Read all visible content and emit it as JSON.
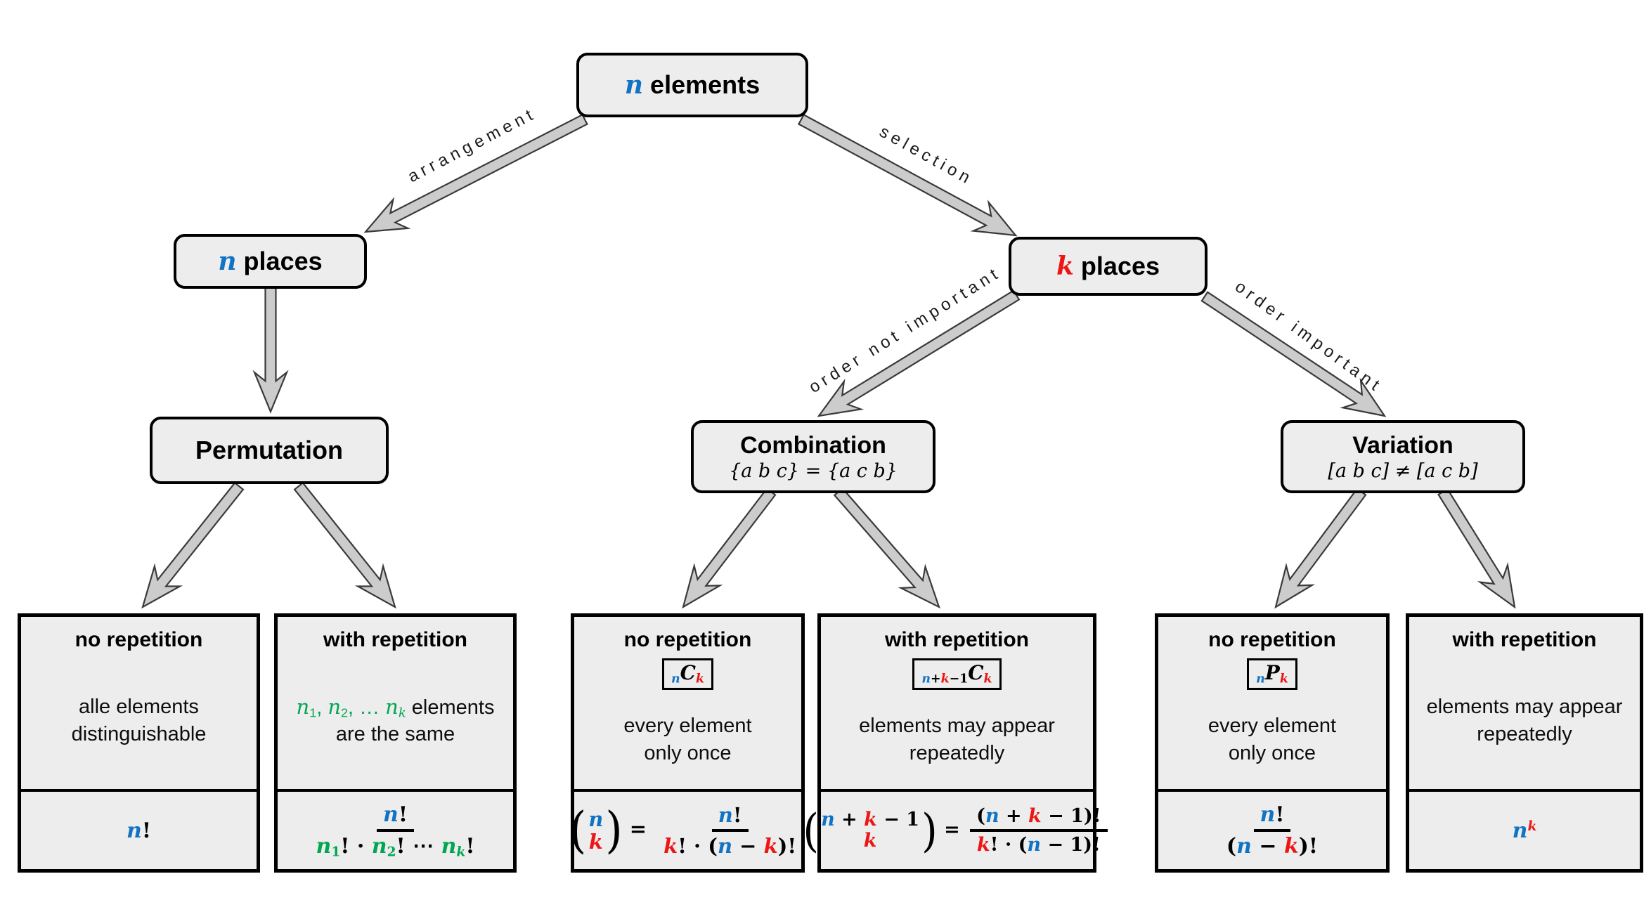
{
  "colors": {
    "blue": "#1273c4",
    "red": "#ee1515",
    "green": "#00a651",
    "box_bg": "#ededed",
    "border": "#000000",
    "arrow_fill": "#cccccc",
    "arrow_stroke": "#3a3a3a"
  },
  "edges": {
    "arrangement": "arrangement",
    "selection": "selection",
    "order_not_important": "order not important",
    "order_important": "order important"
  },
  "nodes": {
    "root": {
      "title": [
        {
          "t": "n",
          "v": 1,
          "c": "blue"
        },
        {
          "t": " elements"
        }
      ]
    },
    "n_places": {
      "title": [
        {
          "t": "n",
          "v": 1,
          "c": "blue"
        },
        {
          "t": " places"
        }
      ]
    },
    "k_places": {
      "title": [
        {
          "t": "k",
          "v": 1,
          "c": "red"
        },
        {
          "t": " places"
        }
      ]
    },
    "permutation": {
      "title": [
        {
          "t": "Permutation"
        }
      ]
    },
    "combination": {
      "title": [
        {
          "t": "Combination"
        }
      ],
      "subtitle": "{a b c} = {a c b}"
    },
    "variation": {
      "title": [
        {
          "t": "Variation"
        }
      ],
      "subtitle": "[a b c] ≠ [a c b]"
    }
  },
  "boxes": [
    {
      "heading": "no repetition",
      "desc_lines": [
        "alle elements",
        "distinguishable"
      ],
      "formula": {
        "row": [
          {
            "t": "n",
            "v": 1,
            "c": "blue"
          },
          {
            "t": "!"
          }
        ]
      }
    },
    {
      "heading": "with repetition",
      "desc_lines": [
        [
          {
            "t": "n",
            "v": 1,
            "c": "green"
          },
          {
            "t": "1",
            "p": "sub",
            "c": "green"
          },
          {
            "t": ", ",
            "c": "green"
          },
          {
            "t": "n",
            "v": 1,
            "c": "green"
          },
          {
            "t": "2",
            "p": "sub",
            "c": "green"
          },
          {
            "t": ", … ",
            "c": "green"
          },
          {
            "t": "n",
            "v": 1,
            "c": "green"
          },
          {
            "t": "k",
            "p": "sub",
            "v": 1,
            "c": "green"
          },
          {
            "t": " elements"
          }
        ],
        "are the same"
      ],
      "formula": {
        "frac": {
          "num": [
            {
              "t": "n",
              "v": 1,
              "c": "blue"
            },
            {
              "t": "!"
            }
          ],
          "den": [
            {
              "t": "n",
              "v": 1,
              "c": "green"
            },
            {
              "t": "1",
              "p": "sub",
              "c": "green"
            },
            {
              "t": "! · "
            },
            {
              "t": "n",
              "v": 1,
              "c": "green"
            },
            {
              "t": "2",
              "p": "sub",
              "c": "green"
            },
            {
              "t": "! ⋯ "
            },
            {
              "t": "n",
              "v": 1,
              "c": "green"
            },
            {
              "t": "k",
              "p": "sub",
              "v": 1,
              "c": "green"
            },
            {
              "t": "!"
            }
          ]
        }
      }
    },
    {
      "heading": "no repetition",
      "badge": [
        {
          "t": "n",
          "v": 1,
          "c": "blue",
          "p": "sub"
        },
        {
          "t": "C",
          "v": 1
        },
        {
          "t": "k",
          "v": 1,
          "c": "red",
          "p": "sub"
        }
      ],
      "desc_lines": [
        "every element",
        "only once"
      ],
      "formula": {
        "row": [
          {
            "binom": {
              "top": [
                {
                  "t": "n",
                  "v": 1,
                  "c": "blue"
                }
              ],
              "bot": [
                {
                  "t": "k",
                  "v": 1,
                  "c": "red"
                }
              ]
            }
          },
          {
            "t": " = "
          },
          {
            "frac": {
              "num": [
                {
                  "t": "n",
                  "v": 1,
                  "c": "blue"
                },
                {
                  "t": "!"
                }
              ],
              "den": [
                {
                  "t": "k",
                  "v": 1,
                  "c": "red"
                },
                {
                  "t": "! · ("
                },
                {
                  "t": "n",
                  "v": 1,
                  "c": "blue"
                },
                {
                  "t": " − "
                },
                {
                  "t": "k",
                  "v": 1,
                  "c": "red"
                },
                {
                  "t": ")!"
                }
              ]
            }
          }
        ]
      }
    },
    {
      "heading": "with repetition",
      "badge": [
        {
          "t": "n",
          "v": 1,
          "c": "blue",
          "p": "sub"
        },
        {
          "t": "+",
          "p": "sub"
        },
        {
          "t": "k",
          "v": 1,
          "c": "red",
          "p": "sub"
        },
        {
          "t": "−1",
          "p": "sub"
        },
        {
          "t": "C",
          "v": 1
        },
        {
          "t": "k",
          "v": 1,
          "c": "red",
          "p": "sub"
        }
      ],
      "desc_lines": [
        "elements may appear",
        "repeatedly"
      ],
      "formula": {
        "row": [
          {
            "binom": {
              "top": [
                {
                  "t": "n",
                  "v": 1,
                  "c": "blue"
                },
                {
                  "t": " + "
                },
                {
                  "t": "k",
                  "v": 1,
                  "c": "red"
                },
                {
                  "t": " − 1"
                }
              ],
              "bot": [
                {
                  "t": "k",
                  "v": 1,
                  "c": "red"
                }
              ]
            }
          },
          {
            "t": " = "
          },
          {
            "frac": {
              "num": [
                {
                  "t": "("
                },
                {
                  "t": "n",
                  "v": 1,
                  "c": "blue"
                },
                {
                  "t": " + "
                },
                {
                  "t": "k",
                  "v": 1,
                  "c": "red"
                },
                {
                  "t": " − 1)!"
                }
              ],
              "den": [
                {
                  "t": "k",
                  "v": 1,
                  "c": "red"
                },
                {
                  "t": "! · ("
                },
                {
                  "t": "n",
                  "v": 1,
                  "c": "blue"
                },
                {
                  "t": " − 1)!"
                }
              ]
            }
          }
        ]
      }
    },
    {
      "heading": "no repetition",
      "badge": [
        {
          "t": "n",
          "v": 1,
          "c": "blue",
          "p": "sub"
        },
        {
          "t": "P",
          "v": 1
        },
        {
          "t": "k",
          "v": 1,
          "c": "red",
          "p": "sub"
        }
      ],
      "desc_lines": [
        "every element",
        "only once"
      ],
      "formula": {
        "frac": {
          "num": [
            {
              "t": "n",
              "v": 1,
              "c": "blue"
            },
            {
              "t": "!"
            }
          ],
          "den": [
            {
              "t": "("
            },
            {
              "t": "n",
              "v": 1,
              "c": "blue"
            },
            {
              "t": " − "
            },
            {
              "t": "k",
              "v": 1,
              "c": "red"
            },
            {
              "t": ")!"
            }
          ]
        }
      }
    },
    {
      "heading": "with repetition",
      "desc_lines": [
        "elements may appear",
        "repeatedly"
      ],
      "formula": {
        "row": [
          {
            "t": "n",
            "v": 1,
            "c": "blue"
          },
          {
            "t": "k",
            "v": 1,
            "c": "red",
            "p": "sup"
          }
        ]
      }
    }
  ]
}
